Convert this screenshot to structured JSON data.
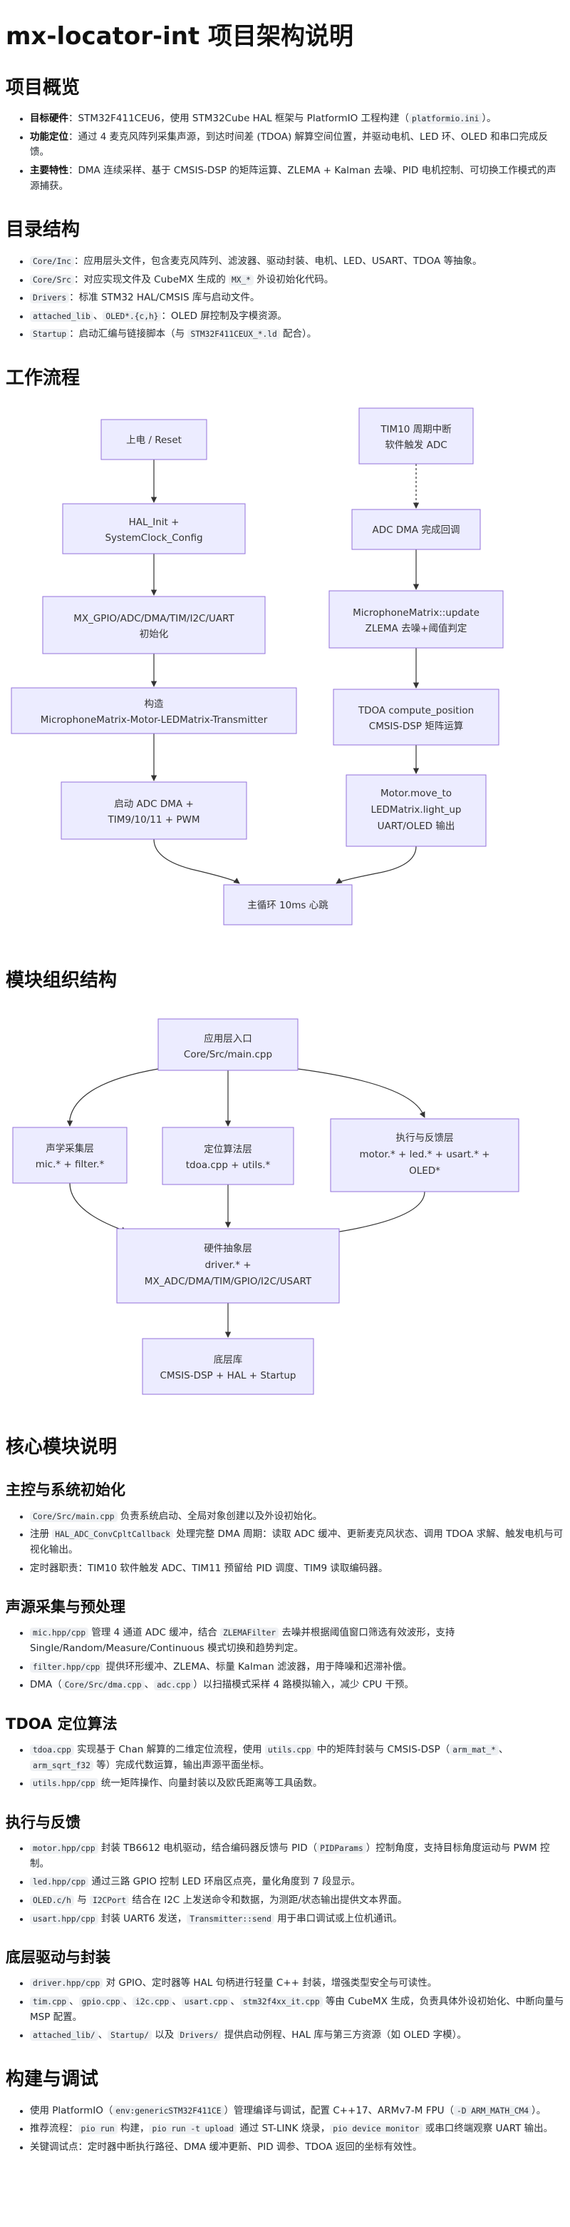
{
  "title": "mx-locator-int 项目架构说明",
  "overview": {
    "heading": "项目概览",
    "items": [
      {
        "label": "目标硬件",
        "sep": "：",
        "parts": [
          {
            "t": "STM32F411CEU6，使用 STM32Cube HAL 框架与 PlatformIO 工程构建（"
          },
          {
            "c": "platformio.ini"
          },
          {
            "t": "）。"
          }
        ]
      },
      {
        "label": "功能定位",
        "sep": "：",
        "parts": [
          {
            "t": "通过 4 麦克风阵列采集声源，到达时间差 (TDOA) 解算空间位置，并驱动电机、LED 环、OLED 和串口完成反馈。"
          }
        ]
      },
      {
        "label": "主要特性",
        "sep": "：",
        "parts": [
          {
            "t": "DMA 连续采样、基于 CMSIS-DSP 的矩阵运算、ZLEMA + Kalman 去噪、PID 电机控制、可切换工作模式的声源捕获。"
          }
        ]
      }
    ]
  },
  "dirs": {
    "heading": "目录结构",
    "items": [
      [
        {
          "c": "Core/Inc"
        },
        {
          "t": "：应用层头文件，包含麦克风阵列、滤波器、驱动封装、电机、LED、USART、TDOA 等抽象。"
        }
      ],
      [
        {
          "c": "Core/Src"
        },
        {
          "t": "：对应实现文件及 CubeMX 生成的 "
        },
        {
          "c": "MX_*"
        },
        {
          "t": " 外设初始化代码。"
        }
      ],
      [
        {
          "c": "Drivers"
        },
        {
          "t": "：标准 STM32 HAL/CMSIS 库与启动文件。"
        }
      ],
      [
        {
          "c": "attached_lib"
        },
        {
          "t": "、"
        },
        {
          "c": "OLED*.{c,h}"
        },
        {
          "t": "：OLED 屏控制及字模资源。"
        }
      ],
      [
        {
          "c": "Startup"
        },
        {
          "t": "：启动汇编与链接脚本（与 "
        },
        {
          "c": "STM32F411CEUX_*.ld"
        },
        {
          "t": " 配合）。"
        }
      ]
    ]
  },
  "flow": {
    "heading": "工作流程",
    "nodes": {
      "power": [
        "上电 / Reset"
      ],
      "halinit": [
        "HAL_Init +",
        "SystemClock_Config"
      ],
      "mxinit": [
        "MX_GPIO/ADC/DMA/TIM/I2C/UART",
        "初始化"
      ],
      "construct": [
        "构造",
        "MicrophoneMatrix-Motor-LEDMatrix-Transmitter"
      ],
      "start": [
        "启动 ADC DMA +",
        "TIM9/10/11 + PWM"
      ],
      "tim10": [
        "TIM10 周期中断",
        "软件触发 ADC"
      ],
      "adcdma": [
        "ADC DMA 完成回调"
      ],
      "update": [
        "MicrophoneMatrix::update",
        "ZLEMA 去噪+阈值判定"
      ],
      "tdoa": [
        "TDOA compute_position",
        "CMSIS-DSP 矩阵运算"
      ],
      "motor": [
        "Motor.move_to",
        "LEDMatrix.light_up",
        "UART/OLED 输出"
      ],
      "mainloop": [
        "主循环 10ms 心跳"
      ]
    }
  },
  "modules": {
    "heading": "模块组织结构",
    "nodes": {
      "app": [
        "应用层入口",
        "Core/Src/main.cpp"
      ],
      "sound": [
        "声学采集层",
        "mic.* + filter.*"
      ],
      "locate": [
        "定位算法层",
        "tdoa.cpp + utils.*"
      ],
      "exec": [
        "执行与反馈层",
        "motor.* + led.* + usart.* +",
        "OLED*"
      ],
      "hal": [
        "硬件抽象层",
        "driver.* +",
        "MX_ADC/DMA/TIM/GPIO/I2C/USART"
      ],
      "base": [
        "底层库",
        "CMSIS-DSP + HAL + Startup"
      ]
    }
  },
  "core": {
    "heading": "核心模块说明",
    "sections": [
      {
        "heading": "主控与系统初始化",
        "items": [
          [
            {
              "c": "Core/Src/main.cpp"
            },
            {
              "t": " 负责系统启动、全局对象创建以及外设初始化。"
            }
          ],
          [
            {
              "t": "注册 "
            },
            {
              "c": "HAL_ADC_ConvCpltCallback"
            },
            {
              "t": " 处理完整 DMA 周期：读取 ADC 缓冲、更新麦克风状态、调用 TDOA 求解、触发电机与可视化输出。"
            }
          ],
          [
            {
              "t": "定时器职责：TIM10 软件触发 ADC、TIM11 预留给 PID 调度、TIM9 读取编码器。"
            }
          ]
        ]
      },
      {
        "heading": "声源采集与预处理",
        "items": [
          [
            {
              "c": "mic.hpp/cpp"
            },
            {
              "t": " 管理 4 通道 ADC 缓冲，结合 "
            },
            {
              "c": "ZLEMAFilter"
            },
            {
              "t": " 去噪并根据阈值窗口筛选有效波形，支持 Single/Random/Measure/Continuous 模式切换和趋势判定。"
            }
          ],
          [
            {
              "c": "filter.hpp/cpp"
            },
            {
              "t": " 提供环形缓冲、ZLEMA、标量 Kalman 滤波器，用于降噪和迟滞补偿。"
            }
          ],
          [
            {
              "t": "DMA（"
            },
            {
              "c": "Core/Src/dma.cpp"
            },
            {
              "t": "、"
            },
            {
              "c": "adc.cpp"
            },
            {
              "t": "）以扫描模式采样 4 路模拟输入，减少 CPU 干预。"
            }
          ]
        ]
      },
      {
        "heading": "TDOA 定位算法",
        "items": [
          [
            {
              "c": "tdoa.cpp"
            },
            {
              "t": " 实现基于 Chan 解算的二维定位流程，使用 "
            },
            {
              "c": "utils.cpp"
            },
            {
              "t": " 中的矩阵封装与 CMSIS-DSP（"
            },
            {
              "c": "arm_mat_*"
            },
            {
              "t": "、"
            },
            {
              "c": "arm_sqrt_f32"
            },
            {
              "t": " 等）完成代数运算，输出声源平面坐标。"
            }
          ],
          [
            {
              "c": "utils.hpp/cpp"
            },
            {
              "t": " 统一矩阵操作、向量封装以及欧氏距离等工具函数。"
            }
          ]
        ]
      },
      {
        "heading": "执行与反馈",
        "items": [
          [
            {
              "c": "motor.hpp/cpp"
            },
            {
              "t": " 封装 TB6612 电机驱动，结合编码器反馈与 PID（"
            },
            {
              "c": "PIDParams"
            },
            {
              "t": "）控制角度，支持目标角度运动与 PWM 控制。"
            }
          ],
          [
            {
              "c": "led.hpp/cpp"
            },
            {
              "t": " 通过三路 GPIO 控制 LED 环扇区点亮，量化角度到 7 段显示。"
            }
          ],
          [
            {
              "c": "OLED.c/h"
            },
            {
              "t": " 与 "
            },
            {
              "c": "I2CPort"
            },
            {
              "t": " 结合在 I2C 上发送命令和数据，为测距/状态输出提供文本界面。"
            }
          ],
          [
            {
              "c": "usart.hpp/cpp"
            },
            {
              "t": " 封装 UART6 发送，"
            },
            {
              "c": "Transmitter::send"
            },
            {
              "t": " 用于串口调试或上位机通讯。"
            }
          ]
        ]
      },
      {
        "heading": "底层驱动与封装",
        "items": [
          [
            {
              "c": "driver.hpp/cpp"
            },
            {
              "t": " 对 GPIO、定时器等 HAL 句柄进行轻量 C++ 封装，增强类型安全与可读性。"
            }
          ],
          [
            {
              "c": "tim.cpp"
            },
            {
              "t": "、"
            },
            {
              "c": "gpio.cpp"
            },
            {
              "t": "、"
            },
            {
              "c": "i2c.cpp"
            },
            {
              "t": "、"
            },
            {
              "c": "usart.cpp"
            },
            {
              "t": "、"
            },
            {
              "c": "stm32f4xx_it.cpp"
            },
            {
              "t": " 等由 CubeMX 生成，负责具体外设初始化、中断向量与 MSP 配置。"
            }
          ],
          [
            {
              "c": "attached_lib/"
            },
            {
              "t": "、"
            },
            {
              "c": "Startup/"
            },
            {
              "t": " 以及 "
            },
            {
              "c": "Drivers/"
            },
            {
              "t": " 提供启动例程、HAL 库与第三方资源（如 OLED 字模）。"
            }
          ]
        ]
      }
    ]
  },
  "build": {
    "heading": "构建与调试",
    "items": [
      [
        {
          "t": "使用 PlatformIO（"
        },
        {
          "c": "env:genericSTM32F411CE"
        },
        {
          "t": "）管理编译与调试，配置 C++17、ARMv7-M FPU（"
        },
        {
          "c": "-D ARM_MATH_CM4"
        },
        {
          "t": "）。"
        }
      ],
      [
        {
          "t": "推荐流程："
        },
        {
          "c": "pio run"
        },
        {
          "t": " 构建，"
        },
        {
          "c": "pio run -t upload"
        },
        {
          "t": " 通过 ST-LINK 烧录，"
        },
        {
          "c": "pio device monitor"
        },
        {
          "t": " 或串口终端观察 UART 输出。"
        }
      ],
      [
        {
          "t": "关键调试点：定时器中断执行路径、DMA 缓冲更新、PID 调参、TDOA 返回的坐标有效性。"
        }
      ]
    ]
  }
}
